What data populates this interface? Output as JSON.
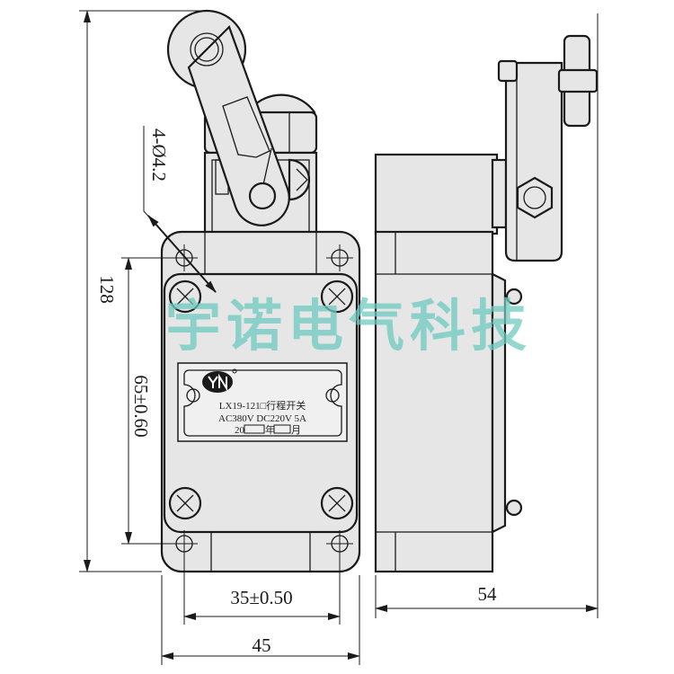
{
  "dimensions": {
    "height_total": "128",
    "hole_vertical": "65±0.60",
    "hole_horizontal": "35±0.50",
    "width_front": "45",
    "width_side": "54",
    "hole_spec": "4-Ø4.2"
  },
  "nameplate": {
    "logo": "YN",
    "model": "LX19-121□行程开关",
    "rating": "AC380V  DC220V  5A",
    "date_prefix": "20",
    "year_label": "年",
    "month_label": "月"
  },
  "watermark": "宇诺电气科技",
  "colors": {
    "watermark": "#6fcac0",
    "body": "#e6e6e6",
    "line": "#1a1a1a"
  }
}
